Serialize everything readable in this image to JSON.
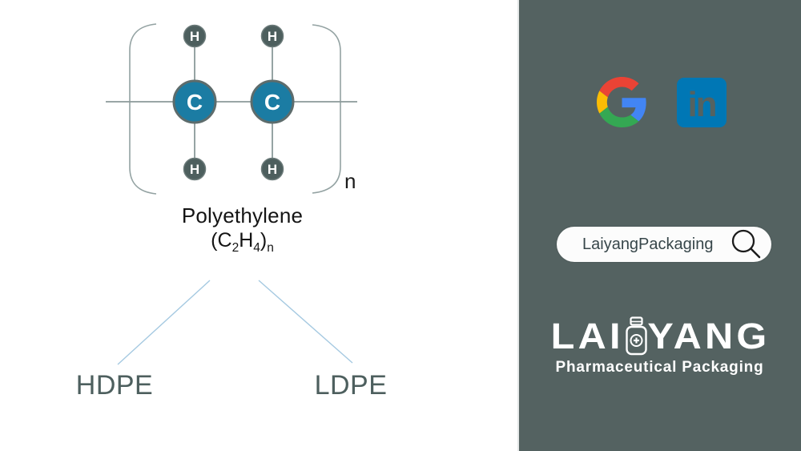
{
  "left_panel": {
    "molecule": {
      "carbon_label": "C",
      "hydrogen_label": "H",
      "repeat_subscript": "n",
      "carbon_color": "#1b7ca3",
      "hydrogen_color": "#4d5f5e",
      "atom_border_color": "#5d6c6c",
      "bond_color": "#8b9a9a",
      "bracket_color": "#93a2a2"
    },
    "title": "Polyethylene",
    "formula": {
      "p1": "(C",
      "s1": "2",
      "p2": "H",
      "s2": "4",
      "p3": ")",
      "s3": "n"
    },
    "branches": [
      {
        "label": "HDPE"
      },
      {
        "label": "LDPE"
      }
    ],
    "branch_line_color": "#a5c9e1",
    "branch_label_color": "#4d5f5e"
  },
  "right_panel": {
    "background_color": "#546261",
    "google_colors": {
      "red": "#EA4335",
      "yellow": "#FBBC05",
      "green": "#34A853",
      "blue": "#4285F4"
    },
    "linkedin": {
      "label": "in",
      "color": "#0077b5"
    },
    "search": {
      "value": "LaiyangPackaging"
    },
    "logo": {
      "word_left": "LAI",
      "word_right": "YANG",
      "subtitle": "Pharmaceutical Packaging",
      "color": "#ffffff"
    }
  }
}
